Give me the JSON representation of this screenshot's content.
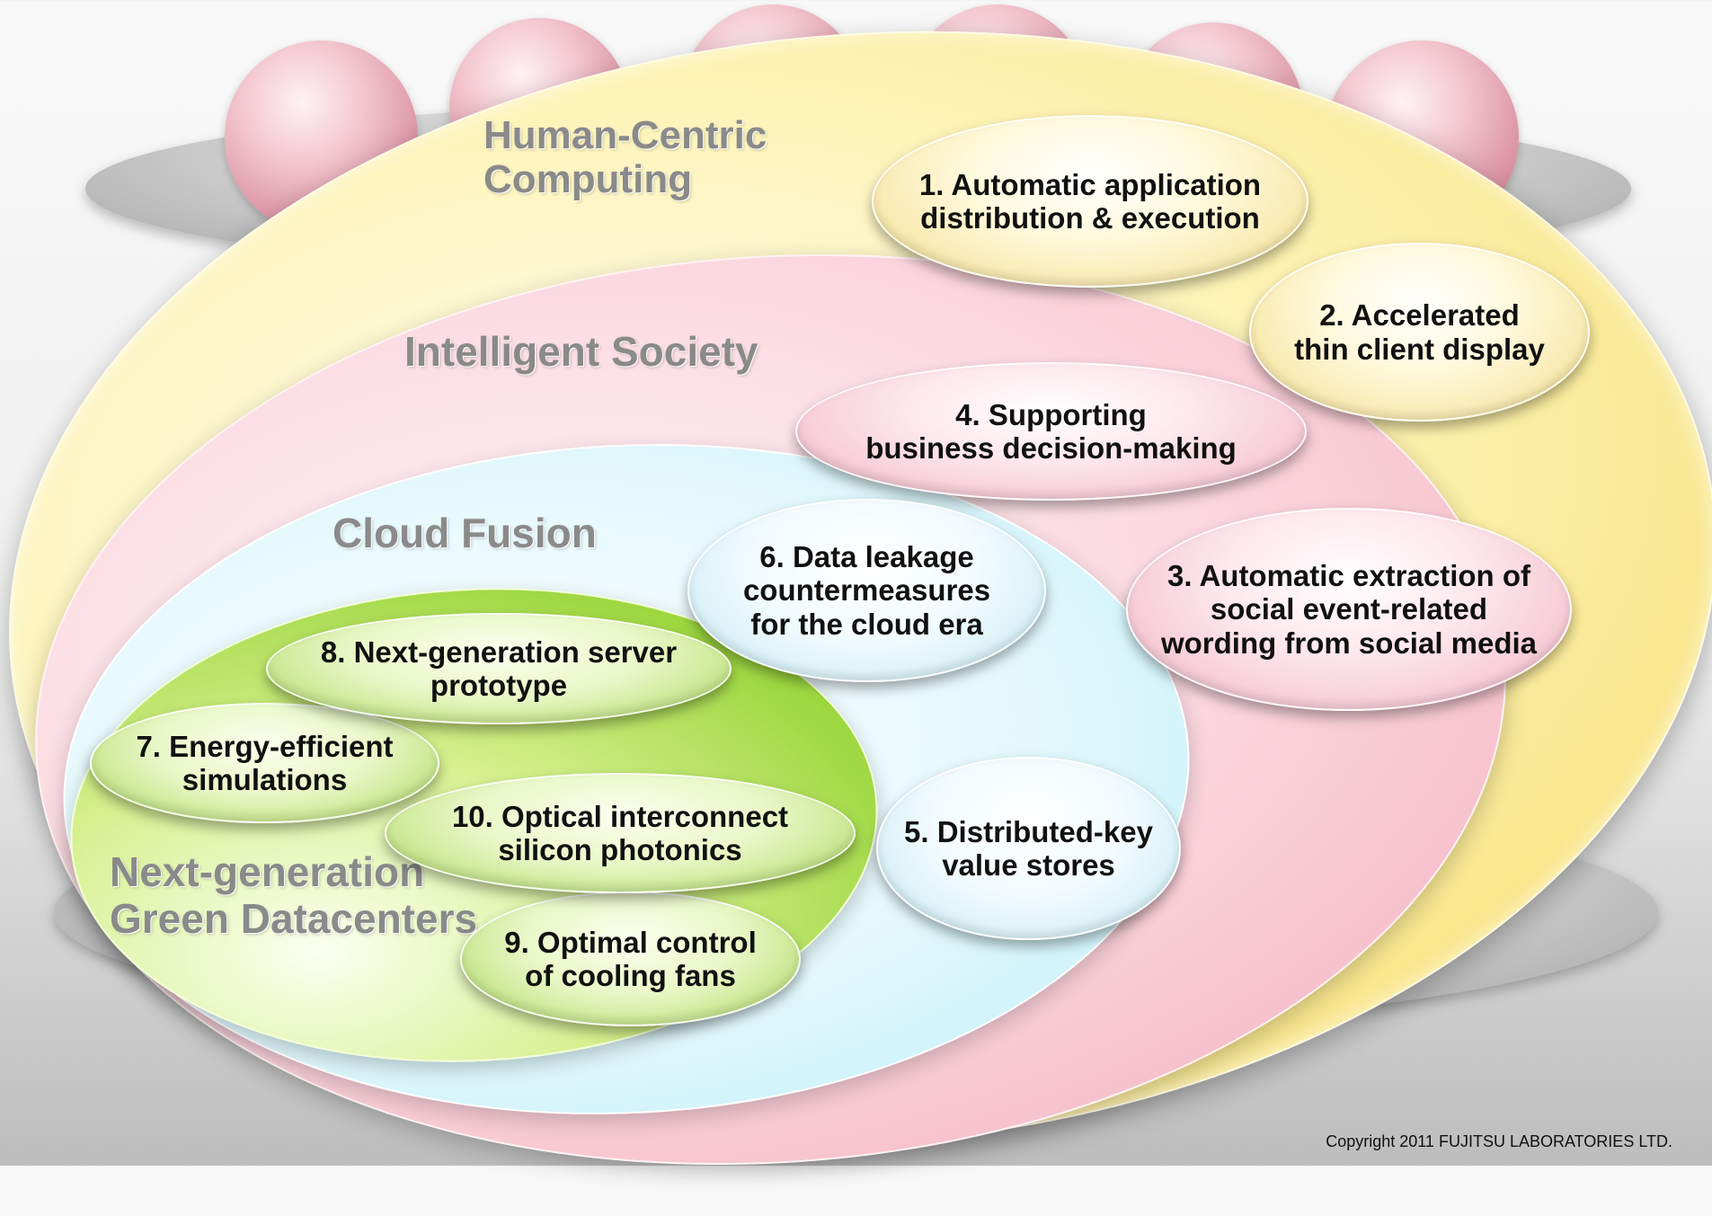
{
  "regions": {
    "human_centric": "Human-Centric\nComputing",
    "intelligent_society": "Intelligent Society",
    "cloud_fusion": "Cloud Fusion",
    "green_datacenters": "Next-generation\nGreen Datacenters"
  },
  "items": {
    "item1": "1. Automatic application\ndistribution & execution",
    "item2": "2. Accelerated\nthin client display",
    "item3": "3. Automatic extraction of\nsocial event-related\nwording from social media",
    "item4": "4. Supporting\nbusiness decision-making",
    "item5": "5. Distributed-key\nvalue stores",
    "item6": "6. Data leakage\ncountermeasures\nfor the cloud era",
    "item7": "7. Energy-efficient\nsimulations",
    "item8": "8. Next-generation server\nprototype",
    "item9": "9. Optimal control\nof cooling fans",
    "item10": "10. Optical interconnect\nsilicon photonics"
  },
  "copyright": "Copyright 2011 FUJITSU LABORATORIES LTD.",
  "colors": {
    "human_centric": "#f7dc6c",
    "intelligent_society": "#f2aebc",
    "cloud_fusion": "#bdeef8",
    "green_datacenters": "#9ad63c",
    "label_text": "#8a8a8a"
  }
}
